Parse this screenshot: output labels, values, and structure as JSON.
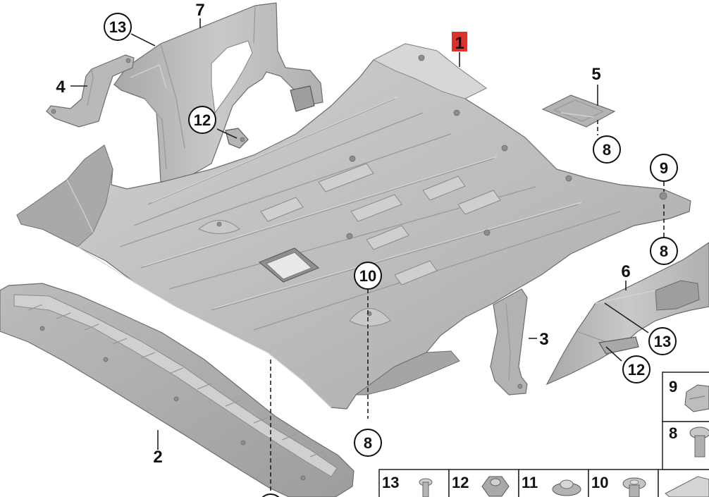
{
  "diagram": {
    "part_labels": [
      {
        "id": "1",
        "text": "1",
        "highlight_color": "#d9332e"
      },
      {
        "id": "2",
        "text": "2"
      },
      {
        "id": "3",
        "text": "3"
      },
      {
        "id": "4",
        "text": "4"
      },
      {
        "id": "5",
        "text": "5"
      },
      {
        "id": "6",
        "text": "6"
      },
      {
        "id": "7",
        "text": "7"
      }
    ],
    "callouts": [
      {
        "id": "c13a",
        "text": "13"
      },
      {
        "id": "c12a",
        "text": "12"
      },
      {
        "id": "c8a",
        "text": "8"
      },
      {
        "id": "c9",
        "text": "9"
      },
      {
        "id": "c8b",
        "text": "8"
      },
      {
        "id": "c10",
        "text": "10"
      },
      {
        "id": "c8c",
        "text": "8"
      },
      {
        "id": "c13b",
        "text": "13"
      },
      {
        "id": "c12b",
        "text": "12"
      }
    ],
    "fastener_table": [
      {
        "id": "t13",
        "text": "13",
        "icon": "bolt-icon"
      },
      {
        "id": "t12",
        "text": "12",
        "icon": "hex-nut-icon"
      },
      {
        "id": "t11",
        "text": "11",
        "icon": "flange-nut-icon"
      },
      {
        "id": "t10",
        "text": "10",
        "icon": "expanding-rivet-icon"
      },
      {
        "id": "t9",
        "text": "9",
        "icon": "spring-nut-icon"
      },
      {
        "id": "t8",
        "text": "8",
        "icon": "push-clip-icon"
      }
    ],
    "colors": {
      "part_fill": "#c3c3c3",
      "part_shadow": "#9f9f9f",
      "part_highlight": "#e4e4e4",
      "line": "#222222",
      "label_highlight": "#d9332e"
    }
  }
}
